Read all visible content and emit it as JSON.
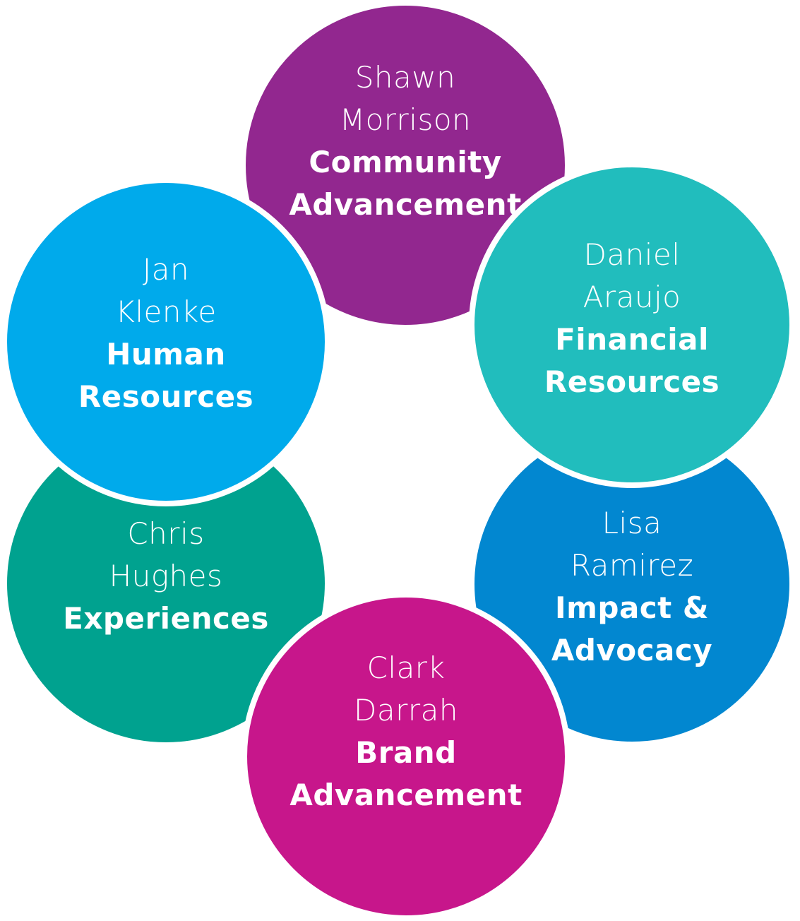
{
  "colors": {
    "community": "#92278f",
    "financial": "#21bdbd",
    "impact": "#0287d0",
    "brand": "#c7168b",
    "experiences": "#00a28f",
    "human": "#00aaeb"
  },
  "nodes": {
    "community": {
      "first": "Shawn",
      "last": "Morrison",
      "dept1": "Community",
      "dept2": "Advancement"
    },
    "financial": {
      "first": "Daniel",
      "last": "Araujo",
      "dept1": "Financial",
      "dept2": "Resources"
    },
    "impact": {
      "first": "Lisa",
      "last": "Ramirez",
      "dept1": "Impact &",
      "dept2": "Advocacy"
    },
    "brand": {
      "first": "Clark",
      "last": "Darrah",
      "dept1": "Brand",
      "dept2": "Advancement"
    },
    "experiences": {
      "first": "Chris",
      "last": "Hughes",
      "dept1": "Experiences"
    },
    "human": {
      "first": "Jan",
      "last": "Klenke",
      "dept1": "Human",
      "dept2": "Resources"
    }
  }
}
